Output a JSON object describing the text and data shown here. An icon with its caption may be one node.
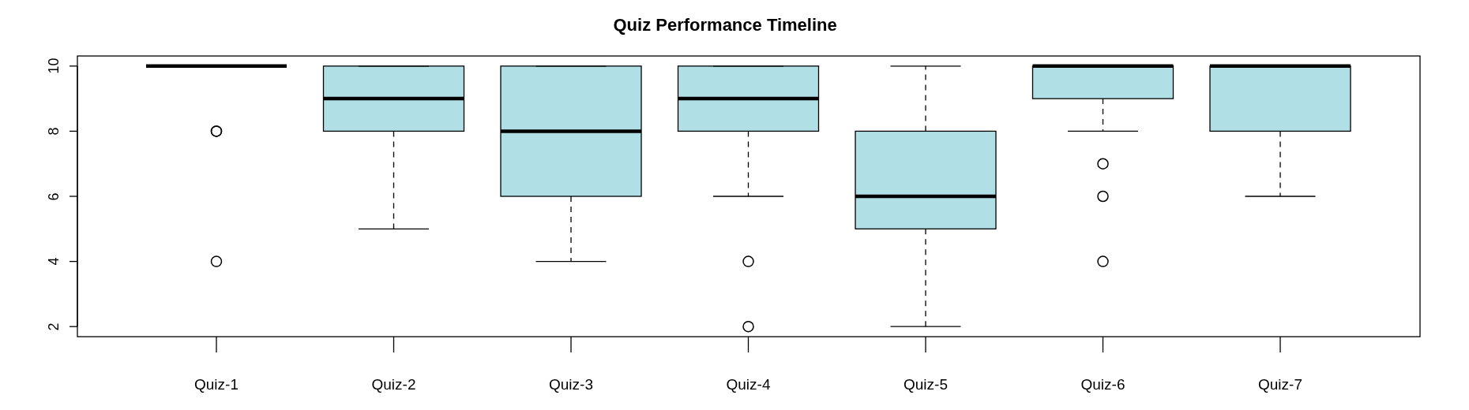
{
  "diagram": {
    "title": "Quiz Performance Timeline",
    "labels": [
      "10",
      "8",
      "6",
      "4",
      "2",
      "Quiz-1",
      "Quiz-2",
      "Quiz-3",
      "Quiz-4",
      "Quiz-5",
      "Quiz-6",
      "Quiz-7"
    ]
  }
}
